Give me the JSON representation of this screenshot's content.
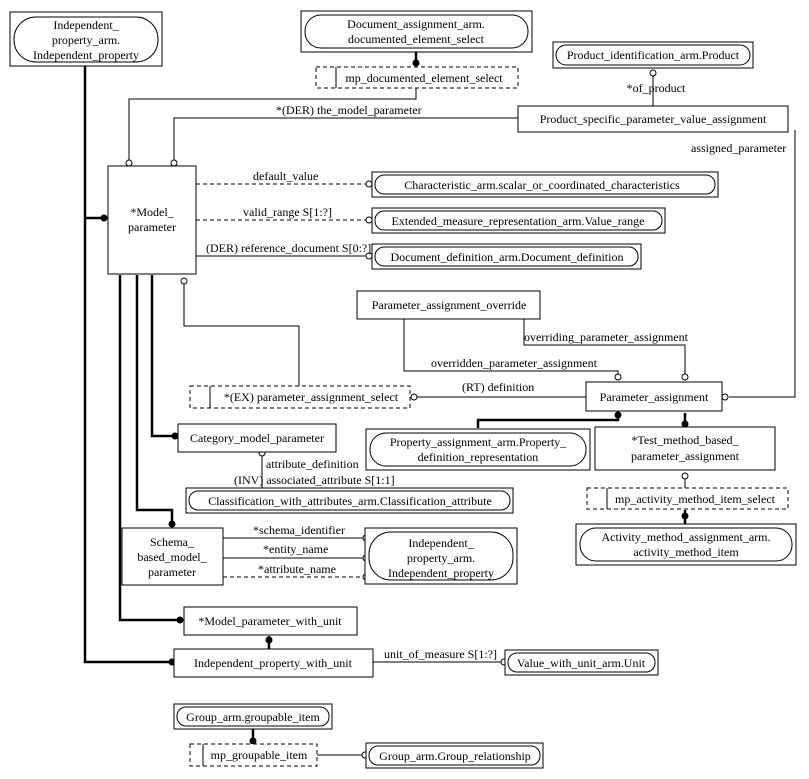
{
  "entities": {
    "ip_ref": [
      "Independent_",
      "property_arm.",
      "Independent_property"
    ],
    "doc_elem_ref": [
      "Document_assignment_arm.",
      "documented_element_select"
    ],
    "mp_doc_elem": "mp_documented_element_select",
    "product_ref": "Product_identification_arm.Product",
    "pspva": "Product_specific_parameter_value_assignment",
    "model_param": [
      "*Model_",
      "parameter"
    ],
    "char_ref": "Characteristic_arm.scalar_or_coordinated_characteristics",
    "emr_ref": "Extended_measure_representation_arm.Value_range",
    "docdef_ref": "Document_definition_arm.Document_definition",
    "pao": "Parameter_assignment_override",
    "pas": "*(EX) parameter_assignment_select",
    "pa": "Parameter_assignment",
    "cmp": "Category_model_parameter",
    "pa_pdr": [
      "Property_assignment_arm.Property_",
      "definition_representation"
    ],
    "tmbpa": [
      "*Test_method_based_",
      "parameter_assignment"
    ],
    "mp_ami": "mp_activity_method_item_select",
    "ami_ref": [
      "Activity_method_assignment_arm.",
      "activity_method_item"
    ],
    "cwa_ref": "Classification_with_attributes_arm.Classification_attribute",
    "sbmp": [
      "Schema_",
      "based_model_",
      "parameter"
    ],
    "ip_ref2": [
      "Independent_",
      "property_arm.",
      "Independent_property"
    ],
    "mpwu": "*Model_parameter_with_unit",
    "ipwu": "Independent_property_with_unit",
    "vwu_ref": "Value_with_unit_arm.Unit",
    "gi_ref": "Group_arm.groupable_item",
    "mp_gi": "mp_groupable_item",
    "gr_ref": "Group_arm.Group_relationship"
  },
  "labels": {
    "of_product": "*of_product",
    "the_model_parameter": "*(DER) the_model_parameter",
    "assigned_parameter": "assigned_parameter",
    "default_value": "default_value",
    "valid_range": "valid_range S[1:?]",
    "reference_document": "(DER) reference_document S[0:?]",
    "overriding": "overriding_parameter_assignment",
    "overridden": "overridden_parameter_assignment",
    "definition": "(RT) definition",
    "attribute_definition": "attribute_definition",
    "associated_attribute": "(INV) associated_attribute S[1:1]",
    "schema_identifier": "*schema_identifier",
    "entity_name": "*entity_name",
    "attribute_name": "*attribute_name",
    "unit_of_measure": "unit_of_measure S[1:?]"
  }
}
